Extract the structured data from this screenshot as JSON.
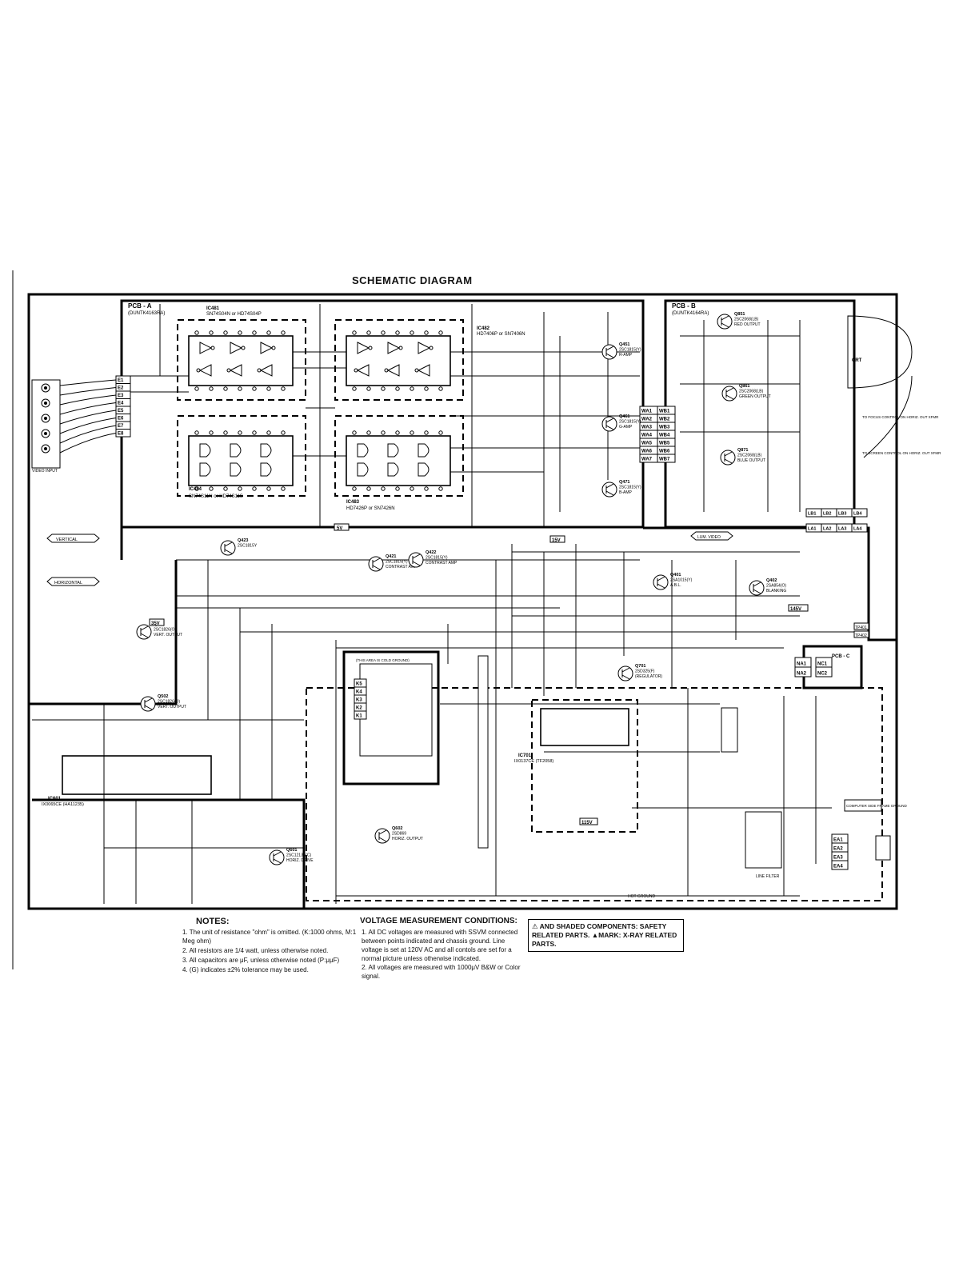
{
  "title": "SCHEMATIC DIAGRAM",
  "pcb_labels": {
    "pcb_a": "PCB - A",
    "pcb_a_sub": "(DUNTK4163RA)",
    "pcb_b": "PCB - B",
    "pcb_b_sub": "(DUNTK4164RA)",
    "pcb_c": "PCB - C"
  },
  "ics": [
    {
      "ref": "IC481",
      "part": "SN74S04N or HD74S04P"
    },
    {
      "ref": "IC482",
      "part": "HD7406P or SN7406N"
    },
    {
      "ref": "IC484",
      "part": "SN74S11N or HD74S11S"
    },
    {
      "ref": "IC483",
      "part": "HD7426P or SN7426N"
    },
    {
      "ref": "IC601",
      "part": "IX0065CE (HA11235)"
    },
    {
      "ref": "IC701",
      "part": "IX0137CE (TF2058)"
    }
  ],
  "transistors": [
    {
      "ref": "Q451",
      "part": "2SC1815(Y)",
      "role": "R-AMP"
    },
    {
      "ref": "Q461",
      "part": "2SC1815(Y)",
      "role": "G-AMP"
    },
    {
      "ref": "Q471",
      "part": "2SC1815(Y)",
      "role": "B-AMP"
    },
    {
      "ref": "Q851",
      "part": "2SC2068(LB)",
      "role": "RED OUTPUT"
    },
    {
      "ref": "Q861",
      "part": "2SC2068(LB)",
      "role": "GREEN OUTPUT"
    },
    {
      "ref": "Q871",
      "part": "2SC2068(LB)",
      "role": "BLUE OUTPUT"
    },
    {
      "ref": "Q421",
      "part": "2SC1815(Y)",
      "role": "CONTRAST AMP"
    },
    {
      "ref": "Q422",
      "part": "2SC1815(Y)",
      "role": "CONTRAST AMP"
    },
    {
      "ref": "Q423",
      "part": "2SC1815Y",
      "role": ""
    },
    {
      "ref": "Q401",
      "part": "2SA1015(Y)",
      "role": "A.B.L."
    },
    {
      "ref": "Q402",
      "part": "2SA854(O)",
      "role": "BLANKING"
    },
    {
      "ref": "Q501",
      "part": "2SC1826(O)",
      "role": "VERT. OUTPUT"
    },
    {
      "ref": "Q502",
      "part": "2SC1826(O)",
      "role": "VERT. OUTPUT"
    },
    {
      "ref": "Q601",
      "part": "2SC1213A(C)",
      "role": "HORIZ. DRIVE"
    },
    {
      "ref": "Q602",
      "part": "2SD869",
      "role": "HORIZ. OUTPUT"
    },
    {
      "ref": "Q701",
      "part": "2SD325(F)",
      "role": "(REGULATOR)"
    }
  ],
  "connectors": {
    "e": [
      "E1",
      "E2",
      "E3",
      "E4",
      "E5",
      "E6",
      "E7",
      "E8"
    ],
    "wa": [
      "WA1",
      "WA2",
      "WA3",
      "WA4",
      "WA5",
      "WA6",
      "WA7"
    ],
    "wb": [
      "WB1",
      "WB2",
      "WB3",
      "WB4",
      "WB5",
      "WB6",
      "WB7"
    ],
    "lb": [
      "LB1",
      "LB2",
      "LB3",
      "LB4"
    ],
    "la": [
      "LA1",
      "LA2",
      "LA3",
      "LA4"
    ],
    "k": [
      "K5",
      "K4",
      "K3",
      "K2",
      "K1"
    ],
    "na": [
      "NA1",
      "NA2"
    ],
    "nc": [
      "NC1",
      "NC2"
    ],
    "ea": [
      "EA1",
      "EA2",
      "EA3",
      "EA4"
    ]
  },
  "signals": {
    "vertical": "VERTICAL",
    "horizontal": "HORIZONTAL",
    "video_input": "VIDEO INPUT",
    "lum_video": "LUM. VIDEO",
    "hot_ground": "HOT GROUND",
    "gold_ground": "(THIS AREA IS COLD GROUND)",
    "line_filter": "LINE FILTER",
    "crt": "CRT",
    "focus_note": "TO FOCUS CONTROL ON HORIZ. OUT XFMR",
    "screen_note": "TO SCREEN CONTROL ON HORIZ. OUT XFMR",
    "computer_side": "COMPUTER SIDE FRAME GROUND",
    "tp401": "TP401",
    "tp402": "TP402"
  },
  "voltages": [
    "5V",
    "15V",
    "145V",
    "35V",
    "115V"
  ],
  "notes_heading": "NOTES:",
  "notes": [
    "1. The unit of resistance \"ohm\" is omitted. (K:1000 ohms, M:1 Meg ohm)",
    "2. All resistors are 1/4 watt, unless otherwise noted.",
    "3. All capacitors are μF, unless otherwise noted (P:μμF)",
    "4. (G) indicates ±2% tolerance may be used."
  ],
  "voltage_heading": "VOLTAGE MEASUREMENT CONDITIONS:",
  "voltage_conditions": [
    "1. All DC voltages are measured with SSVM connected between points indicated and chassis ground. Line voltage is set at 120V AC and all contols are set for a normal picture unless otherwise indicated.",
    "2. All voltages are measured with 1000μV B&W or Color signal."
  ],
  "safety_note": "⚠ AND SHADED COMPONENTS: SAFETY RELATED PARTS. ▲MARK: X-RAY RELATED PARTS."
}
